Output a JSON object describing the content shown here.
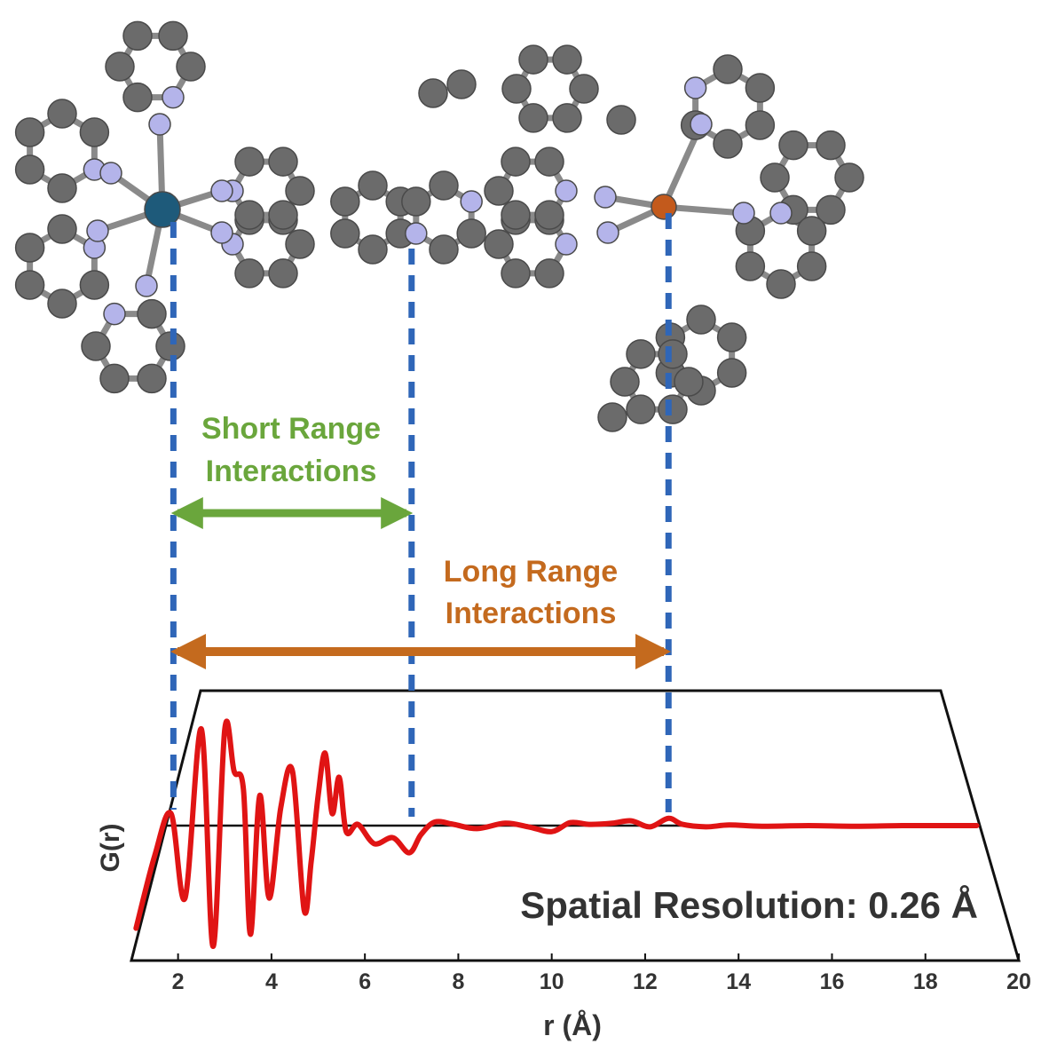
{
  "colors": {
    "carbon": "#6b6b6b",
    "nitrogen": "#b4b4ea",
    "metal_left": "#1e5a7a",
    "metal_right": "#c35a1c",
    "bond": "#8a8a8a",
    "guide": "#2f66b8",
    "short_range": "#6aa63c",
    "long_range": "#c46a1e",
    "curve": "#e01414",
    "text": "#333333"
  },
  "icons": [
    "molecule-structure",
    "double-arrow"
  ],
  "labels": {
    "short_range_line1": "Short Range",
    "short_range_line2": "Interactions",
    "long_range_line1": "Long Range",
    "long_range_line2": "Interactions",
    "resolution": "Spatial Resolution:  0.26 Å"
  },
  "chart_data": {
    "type": "line",
    "title": "",
    "xlabel": "r (Å)",
    "ylabel": "G(r)",
    "xlim": [
      1,
      20
    ],
    "xticks": [
      2,
      4,
      6,
      8,
      10,
      12,
      14,
      16,
      18,
      20
    ],
    "grid": false,
    "guides_at_r": [
      1.9,
      7.0,
      12.5
    ],
    "series": [
      {
        "x": [
          1.1,
          1.5,
          1.85,
          2.15,
          2.5,
          2.75,
          3.0,
          3.2,
          3.4,
          3.55,
          3.75,
          3.95,
          4.2,
          4.45,
          4.7,
          4.85,
          5.0,
          5.15,
          5.3,
          5.45,
          5.6,
          5.85,
          6.2,
          6.6,
          6.95,
          7.2,
          7.5,
          7.9,
          8.4,
          9.0,
          9.5,
          10.0,
          10.4,
          10.8,
          11.3,
          11.7,
          12.1,
          12.5,
          12.8,
          13.3,
          13.8,
          14.5,
          15.5,
          16.5,
          17.5,
          18.5,
          19.1
        ],
        "y": [
          -1.7,
          -0.5,
          0.2,
          -1.2,
          1.6,
          -2.0,
          1.6,
          0.9,
          0.6,
          -1.8,
          0.5,
          -1.2,
          0.3,
          0.9,
          -1.4,
          -0.6,
          0.5,
          1.2,
          0.2,
          0.8,
          -0.1,
          0.02,
          -0.3,
          -0.2,
          -0.45,
          -0.15,
          0.06,
          0.02,
          -0.05,
          0.04,
          -0.02,
          -0.1,
          0.05,
          0.02,
          0.04,
          0.08,
          -0.02,
          0.12,
          0.02,
          -0.02,
          0.01,
          -0.01,
          0.0,
          -0.01,
          0.0,
          0.0,
          0.0
        ]
      }
    ]
  }
}
